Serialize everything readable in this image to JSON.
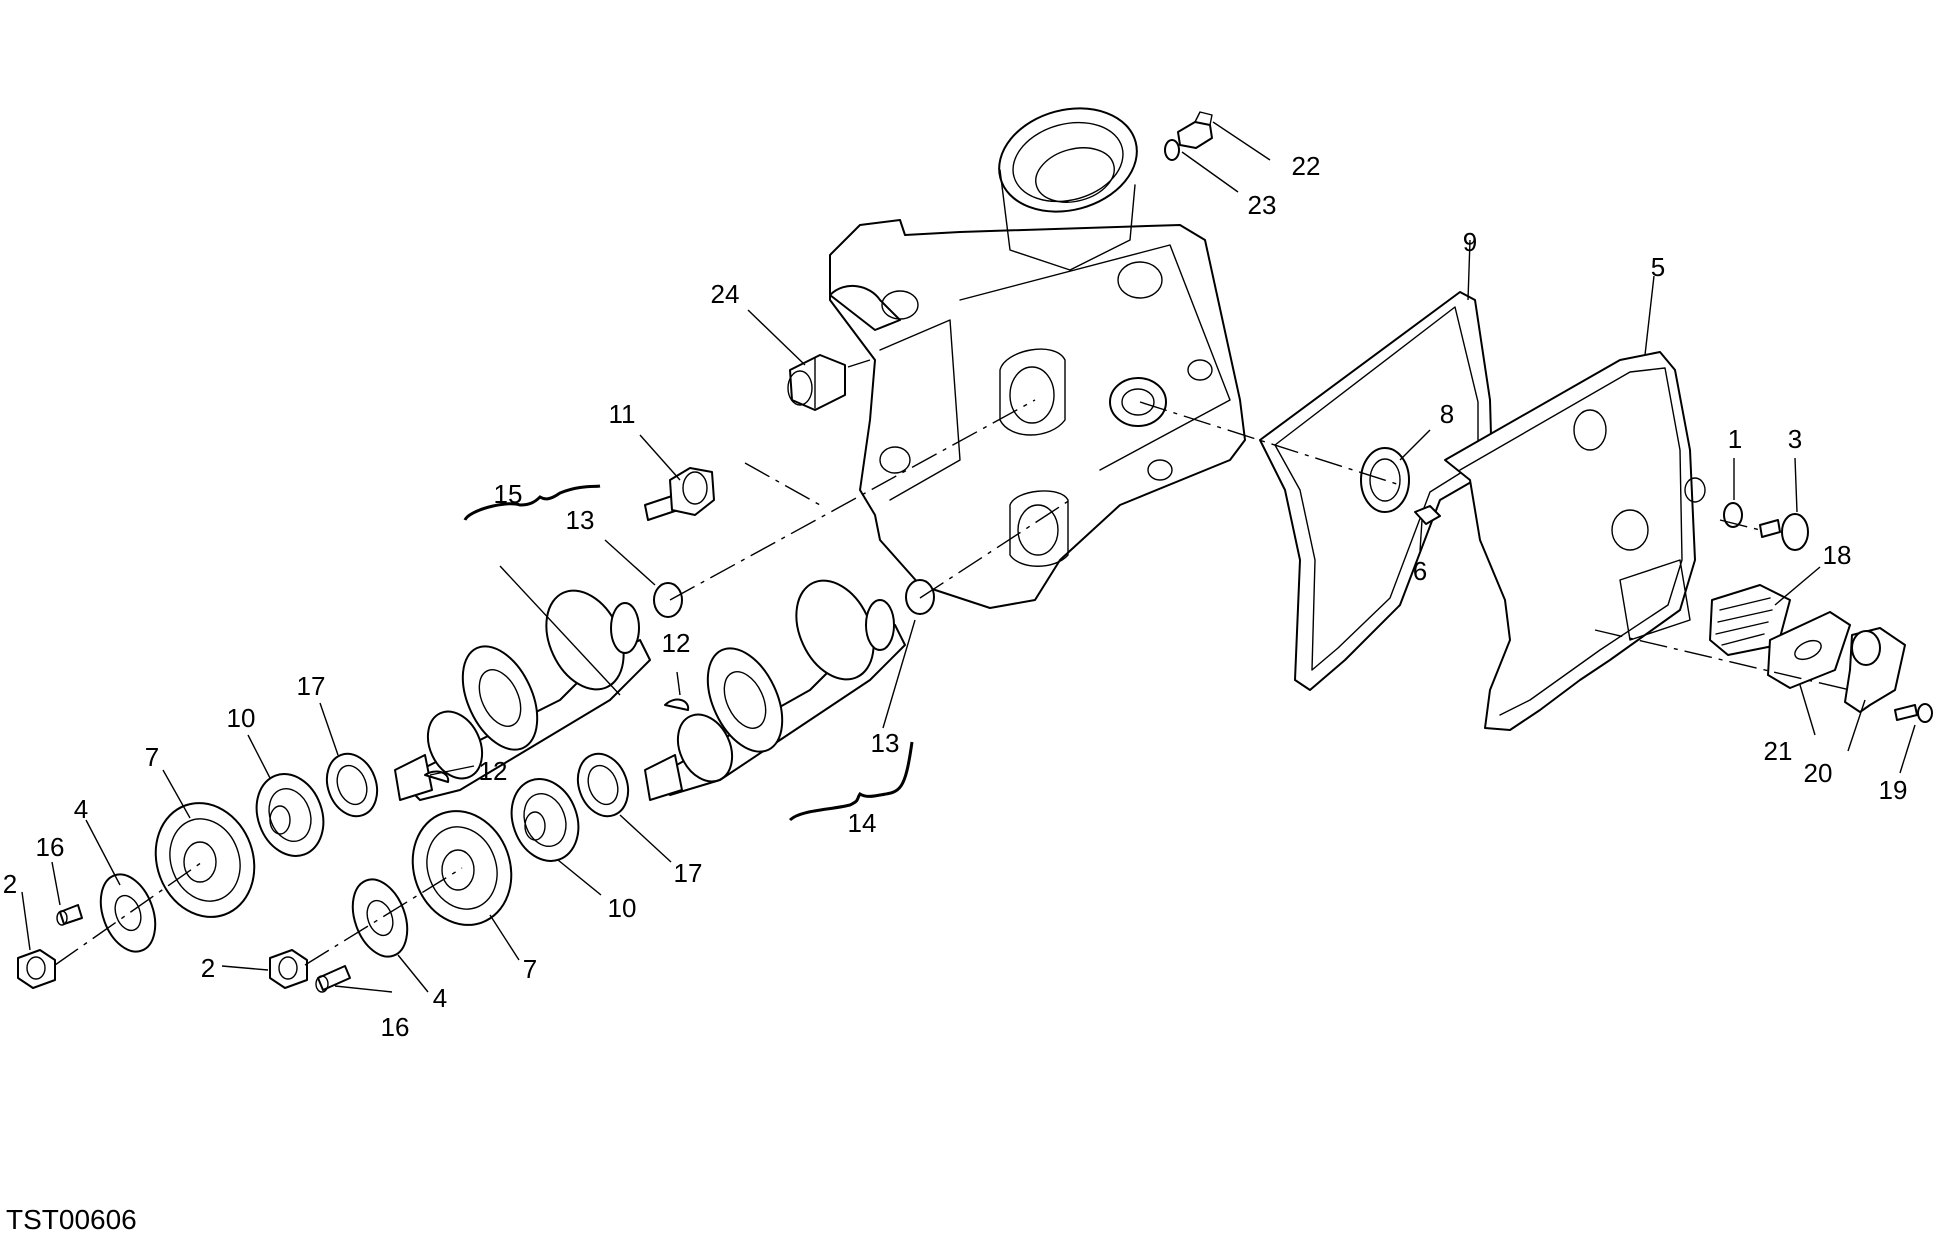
{
  "drawing_code": "TST00606",
  "callouts": [
    {
      "id": "c1",
      "text": "1"
    },
    {
      "id": "c2a",
      "text": "2"
    },
    {
      "id": "c2b",
      "text": "2"
    },
    {
      "id": "c3",
      "text": "3"
    },
    {
      "id": "c4a",
      "text": "4"
    },
    {
      "id": "c4b",
      "text": "4"
    },
    {
      "id": "c5",
      "text": "5"
    },
    {
      "id": "c6",
      "text": "6"
    },
    {
      "id": "c7a",
      "text": "7"
    },
    {
      "id": "c7b",
      "text": "7"
    },
    {
      "id": "c8",
      "text": "8"
    },
    {
      "id": "c9",
      "text": "9"
    },
    {
      "id": "c10a",
      "text": "10"
    },
    {
      "id": "c10b",
      "text": "10"
    },
    {
      "id": "c11",
      "text": "11"
    },
    {
      "id": "c12a",
      "text": "12"
    },
    {
      "id": "c12b",
      "text": "12"
    },
    {
      "id": "c13a",
      "text": "13"
    },
    {
      "id": "c13b",
      "text": "13"
    },
    {
      "id": "c14",
      "text": "14"
    },
    {
      "id": "c15",
      "text": "15"
    },
    {
      "id": "c16a",
      "text": "16"
    },
    {
      "id": "c16b",
      "text": "16"
    },
    {
      "id": "c17a",
      "text": "17"
    },
    {
      "id": "c17b",
      "text": "17"
    },
    {
      "id": "c18",
      "text": "18"
    },
    {
      "id": "c19",
      "text": "19"
    },
    {
      "id": "c20",
      "text": "20"
    },
    {
      "id": "c21",
      "text": "21"
    },
    {
      "id": "c22",
      "text": "22"
    },
    {
      "id": "c23",
      "text": "23"
    },
    {
      "id": "c24",
      "text": "24"
    }
  ]
}
